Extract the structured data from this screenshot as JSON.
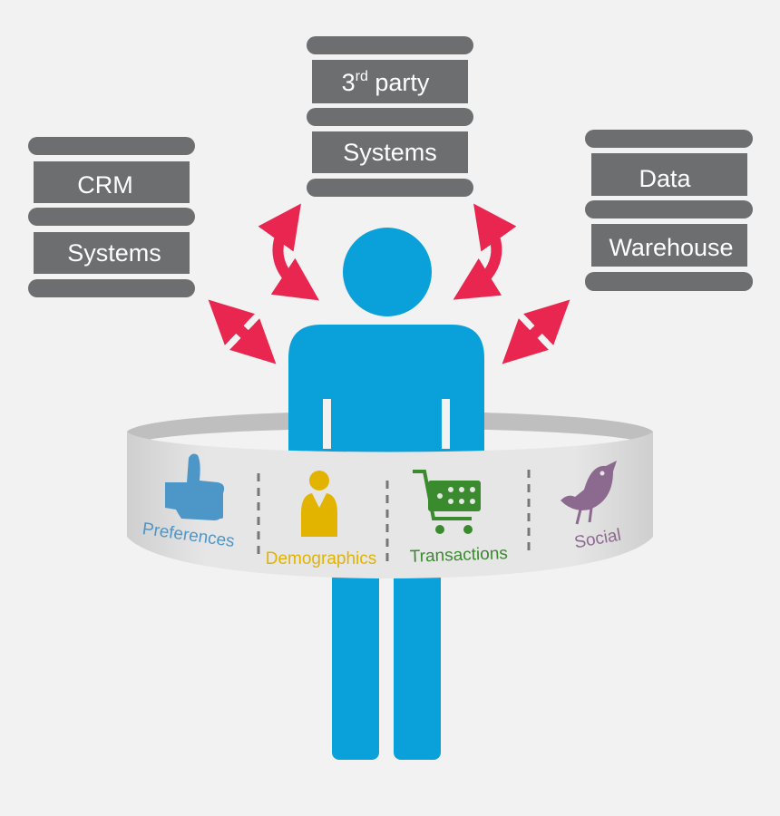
{
  "colors": {
    "background": "#f2f2f2",
    "stack": "#6d6e70",
    "stack_text": "#ffffff",
    "person": "#0aa0d9",
    "arrow": "#e8264f",
    "band": "#e1e1e1",
    "band_top": "#bdbdbd",
    "preferences": "#4d96c8",
    "demographics": "#e2b400",
    "transactions": "#3a8a2e",
    "social": "#8c6a8f"
  },
  "stacks": {
    "crm": {
      "line1": "CRM",
      "line2": "Systems"
    },
    "third_party": {
      "line1_main": "3",
      "line1_sup": "rd",
      "line1_rest": " party",
      "line2": "Systems"
    },
    "warehouse": {
      "line1": "Data",
      "line2": "Warehouse"
    }
  },
  "band": {
    "segments": [
      {
        "label": "Preferences",
        "icon": "thumbs-up-icon"
      },
      {
        "label": "Demographics",
        "icon": "person-bust-icon"
      },
      {
        "label": "Transactions",
        "icon": "shopping-cart-icon"
      },
      {
        "label": "Social",
        "icon": "bird-icon"
      }
    ]
  }
}
